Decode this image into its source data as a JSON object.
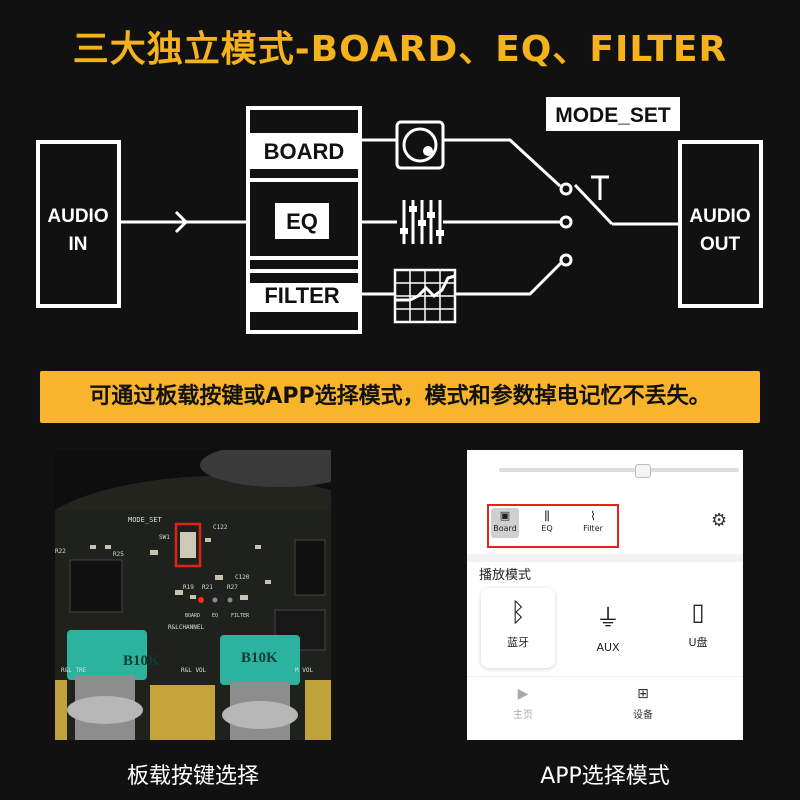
{
  "headline": "三大独立模式-BOARD、EQ、FILTER",
  "diagram": {
    "audio_in": [
      "AUDIO",
      "IN"
    ],
    "audio_out": [
      "AUDIO",
      "OUT"
    ],
    "modes": [
      "BOARD",
      "EQ",
      "FILTER"
    ],
    "mode_set": "MODE_SET"
  },
  "banner": "可通过板载按键或APP选择模式，模式和参数掉电记忆不丢失。",
  "board_photo": {
    "labels": {
      "mode_set": "MODE_SET",
      "sw": "SW1",
      "c122": "C122",
      "c120": "C120",
      "r19": "R19",
      "r21": "R21",
      "r27": "R27",
      "r25": "R25",
      "r22": "R22",
      "board": "BOARD",
      "eq": "EQ",
      "filter": "FILTER",
      "channel": "R&LCHANNEL",
      "rl_tre": "R&L TRE",
      "rl_vol": "R&L VOL",
      "m_vol": "M VOL",
      "pot1": "B10K",
      "pot2": "B10K"
    }
  },
  "app": {
    "modes": [
      "Board",
      "EQ",
      "Filter"
    ],
    "section_title": "播放模式",
    "sources": [
      "蓝牙",
      "AUX",
      "U盘"
    ],
    "nav": [
      "主页",
      "设备"
    ]
  },
  "captions": {
    "left": "板载按键选择",
    "right": "APP选择模式"
  },
  "colors": {
    "accent": "#f6b21d",
    "banner_bg": "#f7b42c",
    "highlight": "#e0241b",
    "pcb": "#2a2a28",
    "knob": "#2bb3a0"
  }
}
